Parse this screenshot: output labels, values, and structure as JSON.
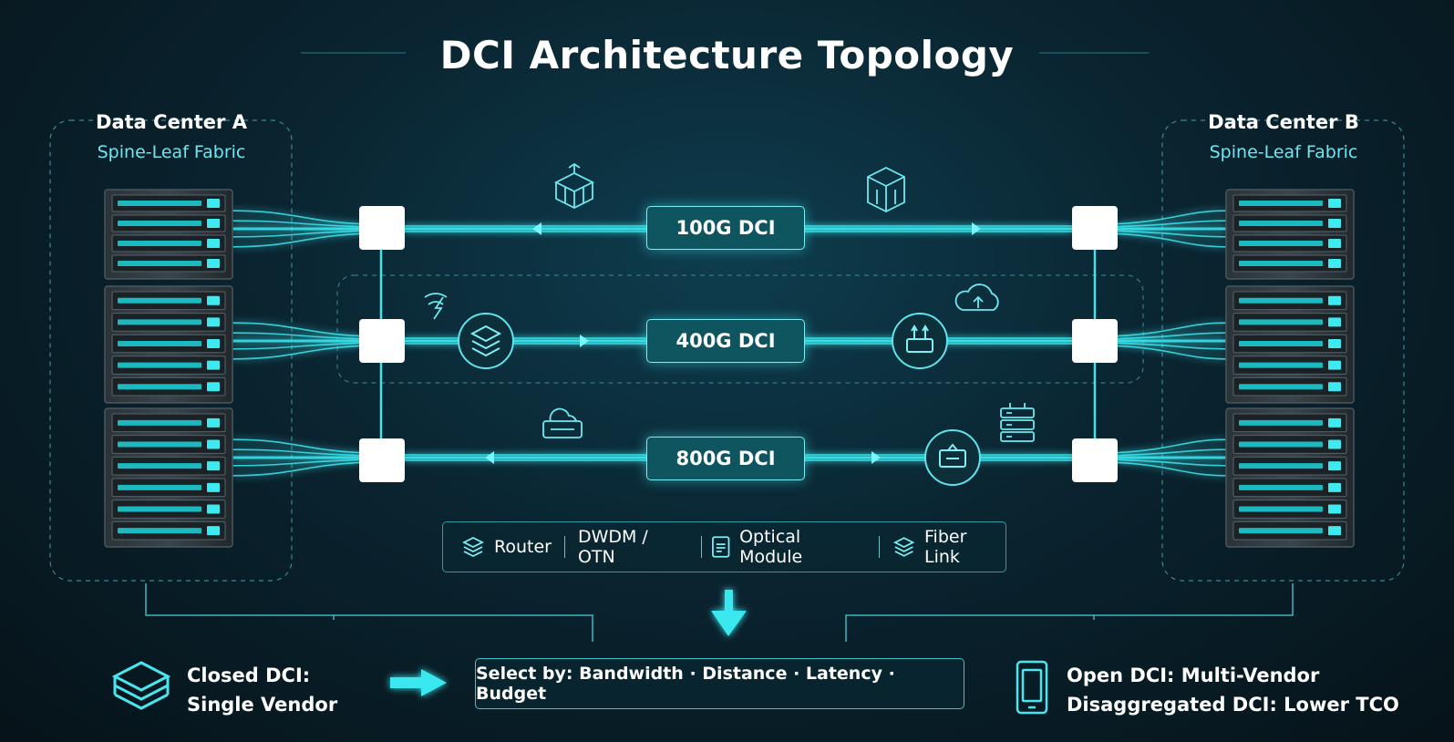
{
  "title": "DCI Architecture Topology",
  "data_center_a": {
    "name": "Data Center A",
    "fabric": "Spine-Leaf Fabric"
  },
  "data_center_b": {
    "name": "Data Center B",
    "fabric": "Spine-Leaf Fabric"
  },
  "links": [
    {
      "label": "100G DCI"
    },
    {
      "label": "400G DCI"
    },
    {
      "label": "800G DCI"
    }
  ],
  "legend": [
    {
      "label": "Router",
      "icon": "router-icon"
    },
    {
      "label": "DWDM / OTN",
      "icon": ""
    },
    {
      "label": "Optical Module",
      "icon": "optical-module-icon"
    },
    {
      "label": "Fiber Link",
      "icon": "fiber-link-icon"
    }
  ],
  "bottom": {
    "closed_line1": "Closed DCI:",
    "closed_line2": "Single Vendor",
    "select": "Select by: Bandwidth · Distance · Latency · Budget",
    "open_line1": "Open DCI: Multi-Vendor",
    "open_line2": "Disaggregated DCI: Lower TCO"
  },
  "colors": {
    "background": "#0a2430",
    "accent": "#3be8f0",
    "node": "#ffffff",
    "label_fill": "#0f5560"
  }
}
